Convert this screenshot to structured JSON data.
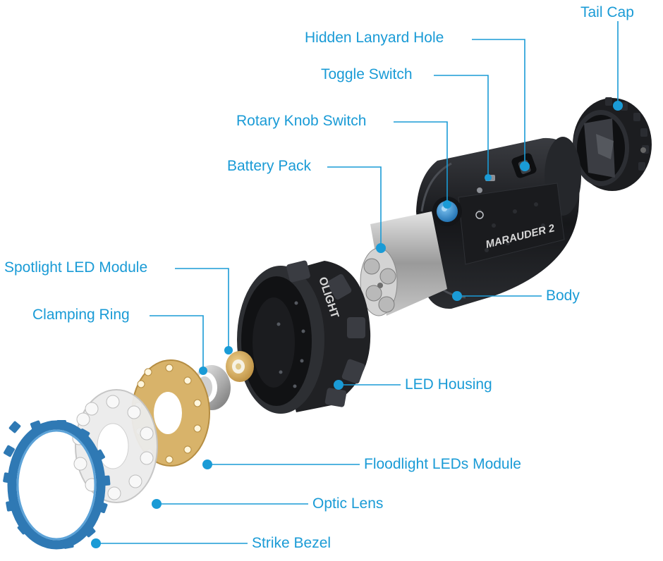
{
  "colors": {
    "accent": "#1a9bd6",
    "metal_dark": "#1c1d20",
    "brass": "#d6ad5e",
    "bezel_blue": "#2f79b4"
  },
  "labels": {
    "tail_cap": "Tail Cap",
    "hidden_lanyard_hole": "Hidden Lanyard Hole",
    "toggle_switch": "Toggle Switch",
    "rotary_knob_switch": "Rotary Knob Switch",
    "battery_pack": "Battery Pack",
    "spotlight_led_module": "Spotlight LED Module",
    "clamping_ring": "Clamping Ring",
    "body": "Body",
    "led_housing": "LED Housing",
    "floodlight_leds_module": "Floodlight LEDs Module",
    "optic_lens": "Optic Lens",
    "strike_bezel": "Strike Bezel"
  },
  "product_markings": {
    "body_model": "MARAUDER 2",
    "housing_brand": "OLIGHT"
  }
}
